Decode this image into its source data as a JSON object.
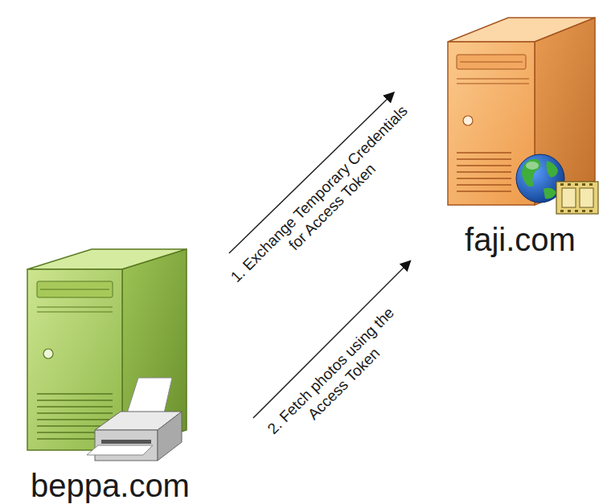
{
  "diagram": {
    "nodes": [
      {
        "text": [
          "beppa.com"
        ]
      },
      {
        "text": [
          "faji.com"
        ]
      }
    ],
    "edges": [
      {
        "from": 0,
        "to": 1,
        "arrow": "to",
        "label": "1. Exchange Temporary Credentials for Access Token"
      },
      {
        "from": 0,
        "to": 1,
        "arrow": "to",
        "label": "2. Fetch photos using the Access Token"
      }
    ]
  }
}
